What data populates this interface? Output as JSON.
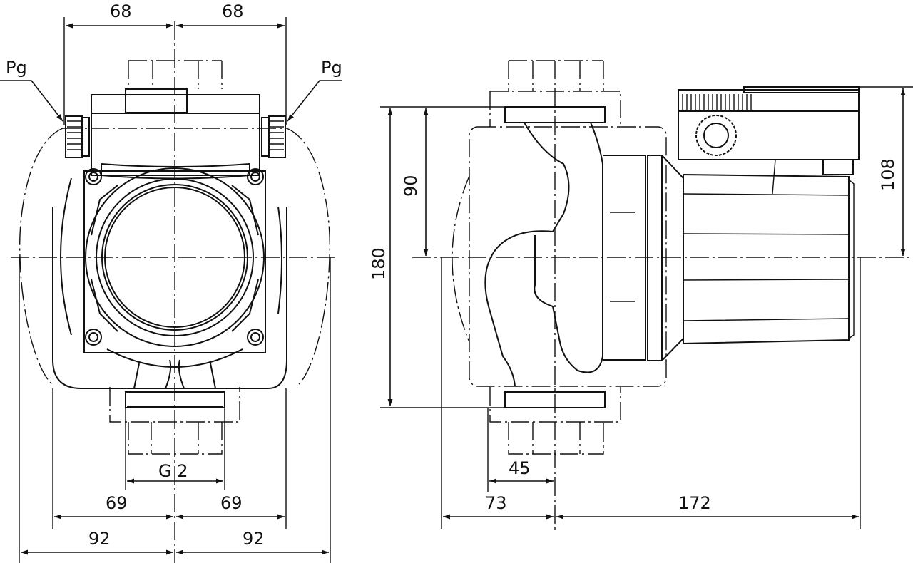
{
  "drawing": {
    "title": "Pump dimension drawing",
    "views": [
      "front-view",
      "side-view"
    ],
    "colors": {
      "line": "#111111",
      "background": "#ffffff"
    }
  },
  "front_view": {
    "labels": {
      "pg_left": "Pg",
      "pg_right": "Pg",
      "thread": "G 2"
    },
    "dimensions": {
      "top_left": "68",
      "top_right": "68",
      "mid_left": "69",
      "mid_right": "69",
      "bottom_left": "92",
      "bottom_right": "92"
    }
  },
  "side_view": {
    "dimensions": {
      "height_total": "180",
      "height_half": "90",
      "motor_height": "108",
      "port_offset": "45",
      "depth_front": "73",
      "depth_motor": "172"
    }
  }
}
